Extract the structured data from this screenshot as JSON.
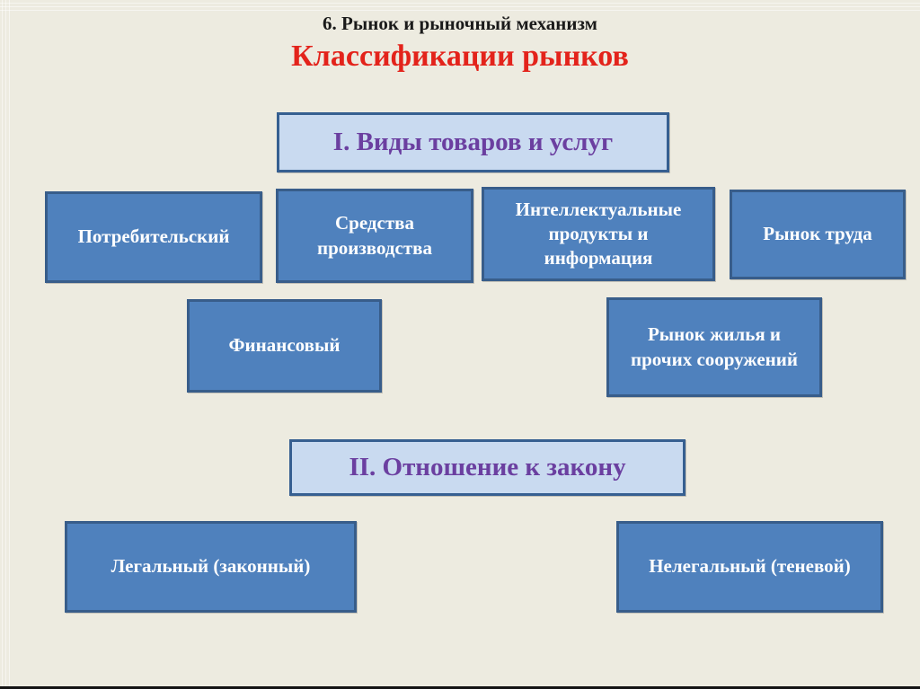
{
  "slide": {
    "supertitle": "6. Рынок и рыночный механизм",
    "title": "Классификации рынков"
  },
  "section1": {
    "header": "I. Виды товаров и услуг",
    "boxes": {
      "consumer": "Потребительский",
      "means_of_production": "Средства производства",
      "intellectual": "Интеллектуальные продукты и информация",
      "labor": "Рынок труда",
      "financial": "Финансовый",
      "housing": "Рынок жилья и прочих сооружений"
    }
  },
  "section2": {
    "header": "II. Отношение к закону",
    "boxes": {
      "legal": "Легальный (законный)",
      "illegal": "Нелегальный (теневой)"
    }
  },
  "colors": {
    "background": "#edebe0",
    "box_fill": "#4f81bd",
    "box_border": "#385d8a",
    "box_text": "#ffffff",
    "header_fill": "#c9daf0",
    "header_border": "#365f91",
    "header_text": "#6b3fa0",
    "title_text": "#e3231b",
    "supertitle_text": "#1a1a1a",
    "bottom_bar": "#141414"
  }
}
